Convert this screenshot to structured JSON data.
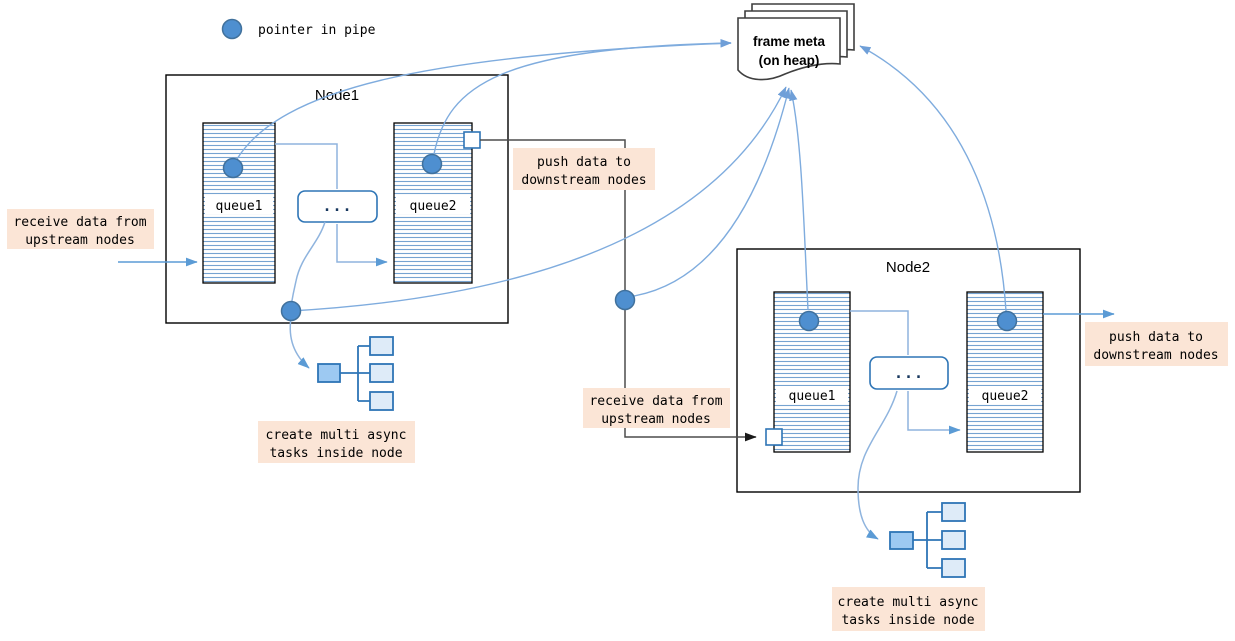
{
  "legend": {
    "pointer_label": "pointer in pipe"
  },
  "frame_meta": {
    "line1": "frame meta",
    "line2": "(on heap)"
  },
  "node1": {
    "title": "Node1",
    "queue1_label": "queue1",
    "queue2_label": "queue2",
    "dots": "..."
  },
  "node2": {
    "title": "Node2",
    "queue1_label": "queue1",
    "queue2_label": "queue2",
    "dots": "..."
  },
  "labels": {
    "receive1": {
      "line1": "receive data from",
      "line2": "upstream nodes"
    },
    "push1": {
      "line1": "push data to",
      "line2": "downstream nodes"
    },
    "create1": {
      "line1": "create multi async",
      "line2": "tasks inside node"
    },
    "receive2": {
      "line1": "receive data from",
      "line2": "upstream nodes"
    },
    "push2": {
      "line1": "push data to",
      "line2": "downstream nodes"
    },
    "create2": {
      "line1": "create multi async",
      "line2": "tasks inside node"
    }
  },
  "colors": {
    "pointer_fill": "#4e8fd0",
    "pointer_stroke": "#41719c",
    "queue_hatch_line": "#76a3d1",
    "connector_blue": "#5b9bd5",
    "curve_blue": "#7facde",
    "shape_blue_border": "#2e75b6",
    "task_parent_fill": "#9dc9f2",
    "task_child_fill": "#deebf8",
    "label_bg": "#fbe5d6",
    "pipe_dark": "#4d4d4d",
    "doc_border": "#3f3f3f"
  }
}
